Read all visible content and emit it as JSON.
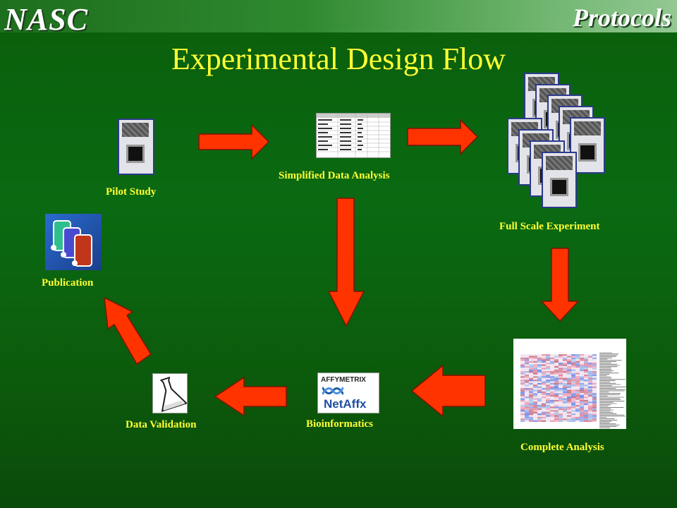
{
  "header": {
    "brand_left": "NASC",
    "brand_right": "Protocols"
  },
  "title": "Experimental Design Flow",
  "steps": {
    "pilot": "Pilot Study",
    "simplified": "Simplified Data Analysis",
    "full": "Full Scale Experiment",
    "complete": "Complete Analysis",
    "bioinformatics": "Bioinformatics",
    "validation": "Data Validation",
    "publication": "Publication"
  },
  "logo": {
    "line1": "AFFYMETRIX",
    "line2": "NetAffx"
  },
  "colors": {
    "arrow": "#ff3300",
    "label": "#ffff33",
    "background": "#0a6a12"
  }
}
